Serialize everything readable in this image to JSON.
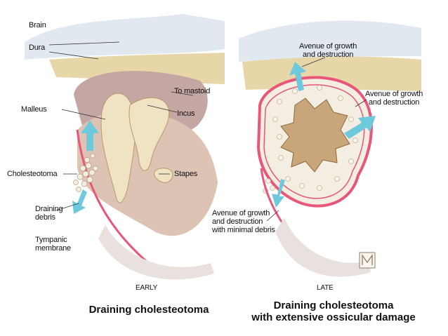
{
  "left_panel": {
    "labels": {
      "brain": "Brain",
      "dura": "Dura",
      "malleus": "Malleus",
      "to_mastoid": "To mastoid",
      "incus": "Incus",
      "cholesteotoma": "Cholesteotoma",
      "stapes": "Stapes",
      "draining_debris": "Draining\ndebris",
      "tympanic_membrane": "Tympanic\nmembrane",
      "stage": "EARLY"
    },
    "title": "Draining cholesteotoma"
  },
  "right_panel": {
    "labels": {
      "avenue_top": "Avenue of growth\nand destruction",
      "avenue_right": "Avenue of growth\nand destruction",
      "avenue_bottom": "Avenue of growth\nand destruction\nwith minimal debris",
      "stage": "LATE"
    },
    "title": "Draining cholesteotoma\nwith extensive ossicular damage"
  },
  "colors": {
    "bone": "#efe3c4",
    "membrane": "#e8567a",
    "arrow": "#6ec9dc",
    "cyst": "#c9b7a4",
    "debris": "#f3ede2"
  },
  "icons": [
    "monogram-signature-icon"
  ]
}
